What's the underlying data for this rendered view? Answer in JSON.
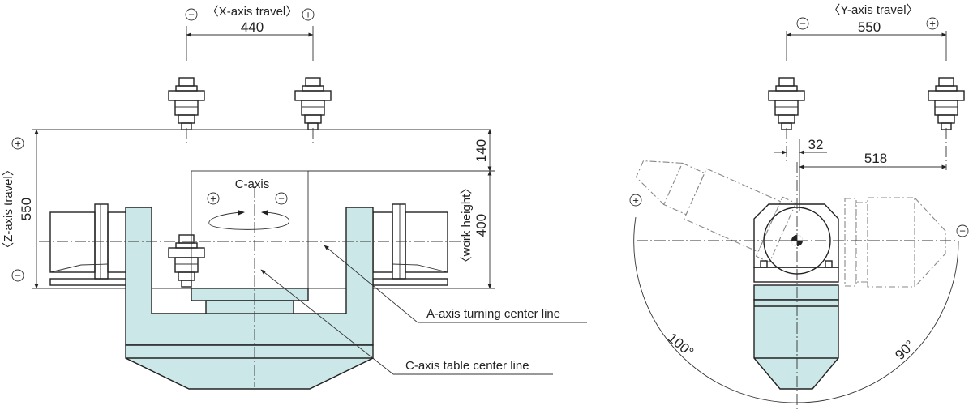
{
  "colors": {
    "table_fill": "#cbe7e7",
    "line": "#222222",
    "ghost": "#888888",
    "background": "#ffffff"
  },
  "symbols": {
    "minus": "−",
    "plus": "+"
  },
  "x_axis": {
    "label": "〈X-axis travel〉",
    "value": "440"
  },
  "y_axis": {
    "label": "〈Y-axis travel〉",
    "value": "550"
  },
  "z_axis": {
    "label": "〈Z-axis travel〉",
    "value": "550"
  },
  "work_height": {
    "label": "〈work height〉",
    "value": "400"
  },
  "dims": {
    "d140": "140",
    "d32": "32",
    "d518": "518"
  },
  "c_axis": {
    "label": "C-axis"
  },
  "callouts": {
    "a_axis_center": "A-axis turning center line",
    "c_axis_center": "C-axis table center line"
  },
  "angles": {
    "left": "100°",
    "right": "90°"
  }
}
